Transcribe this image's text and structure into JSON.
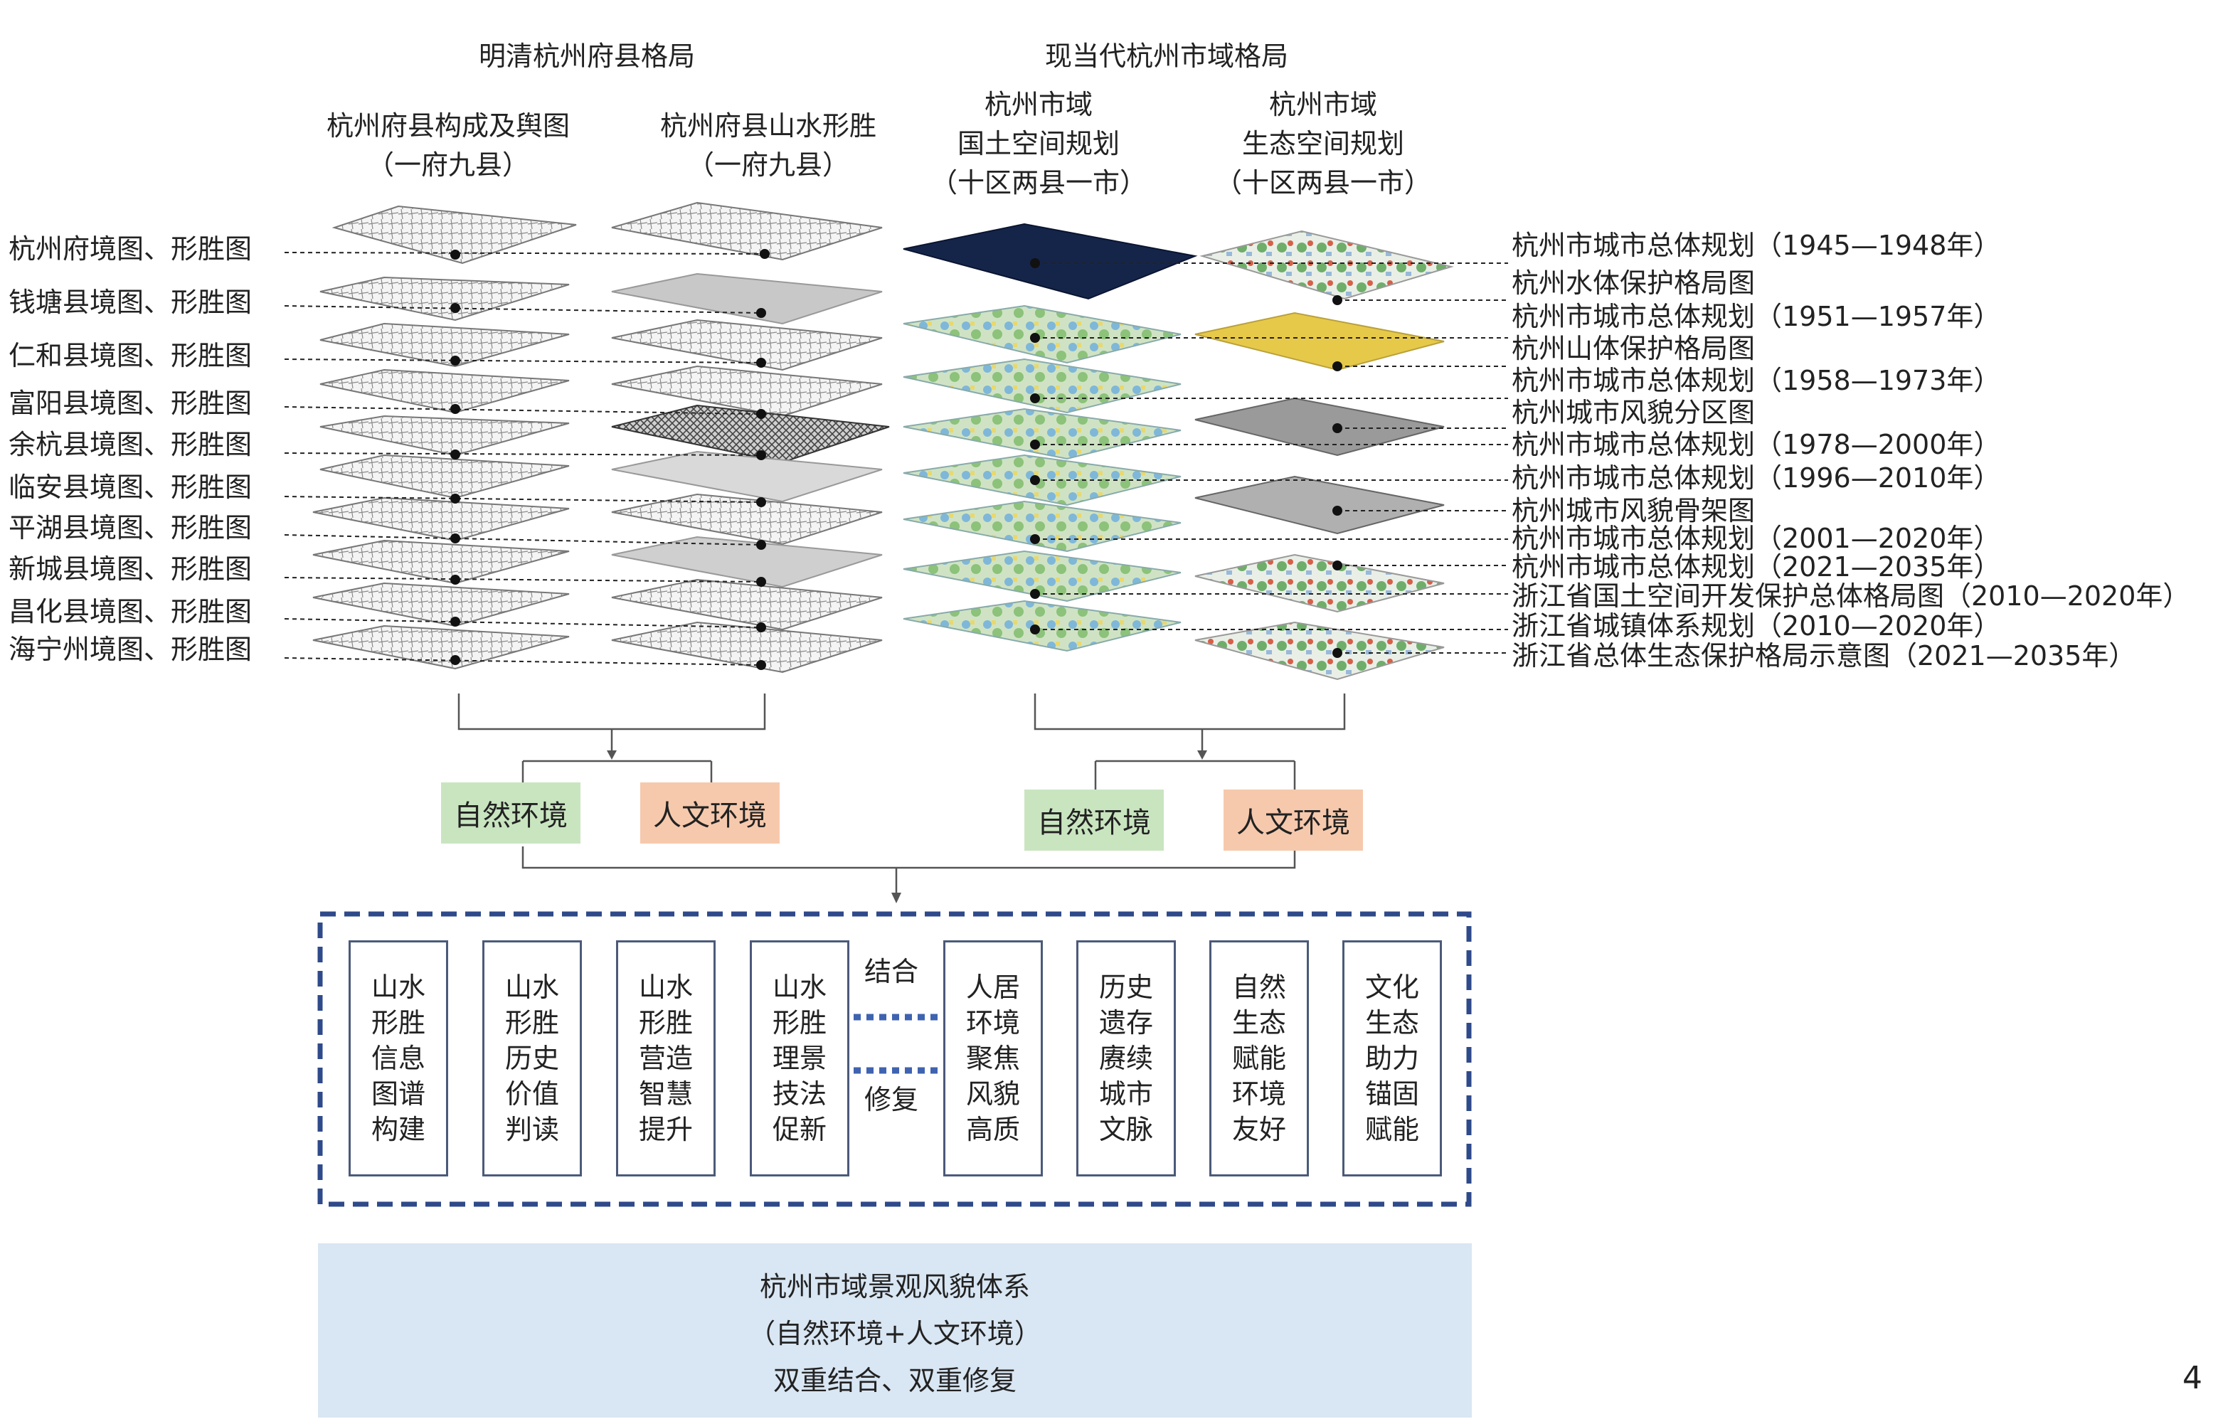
{
  "headers": {
    "left": "明清杭州府县格局",
    "right": "现当代杭州市域格局"
  },
  "subheaders": {
    "col1": "杭州府县构成及舆图\n（一府九县）",
    "col2": "杭州府县山水形胜\n（一府九县）",
    "col3": "杭州市域\n国土空间规划\n（十区两县一市）",
    "col4": "杭州市域\n生态空间规划\n（十区两县一市）"
  },
  "left_labels": [
    "杭州府境图、形胜图",
    "钱塘县境图、形胜图",
    "仁和县境图、形胜图",
    "富阳县境图、形胜图",
    "余杭县境图、形胜图",
    "临安县境图、形胜图",
    "平湖县境图、形胜图",
    "新城县境图、形胜图",
    "昌化县境图、形胜图",
    "海宁州境图、形胜图"
  ],
  "right_labels": [
    "杭州市城市总体规划（1945—1948年）",
    "杭州水体保护格局图",
    "杭州市城市总体规划（1951—1957年）",
    "杭州山体保护格局图",
    "杭州市城市总体规划（1958—1973年）",
    "杭州城市风貌分区图",
    "杭州市城市总体规划（1978—2000年）",
    "杭州市城市总体规划（1996—2010年）",
    "杭州城市风貌骨架图",
    "杭州市城市总体规划（2001—2020年）",
    "杭州市城市总体规划（2021—2035年）",
    "浙江省国土空间开发保护总体格局图（2010—2020年）",
    "浙江省城镇体系规划（2010—2020年）",
    "浙江省总体生态保护格局示意图（2021—2035年）"
  ],
  "env": {
    "natural": "自然环境",
    "human": "人文环境"
  },
  "boxes_left": [
    "山水\n形胜\n信息\n图谱\n构建",
    "山水\n形胜\n历史\n价值\n判读",
    "山水\n形胜\n营造\n智慧\n提升",
    "山水\n形胜\n理景\n技法\n促新"
  ],
  "boxes_right": [
    "人居\n环境\n聚焦\n风貌\n高质",
    "历史\n遗存\n赓续\n城市\n文脉",
    "自然\n生态\n赋能\n环境\n友好",
    "文化\n生态\n助力\n锚固\n赋能"
  ],
  "connector": {
    "top": "结合",
    "bottom": "修复"
  },
  "bottom": {
    "line1": "杭州市域景观风貌体系",
    "line2": "（自然环境+人文环境）",
    "line3": "双重结合、双重修复"
  },
  "page_number": "4",
  "colors": {
    "natural_env": "#c9e5c0",
    "human_env": "#f6c9ad",
    "dashed_frame": "#2f4a8a",
    "bottom_band": "#d9e6f3"
  }
}
